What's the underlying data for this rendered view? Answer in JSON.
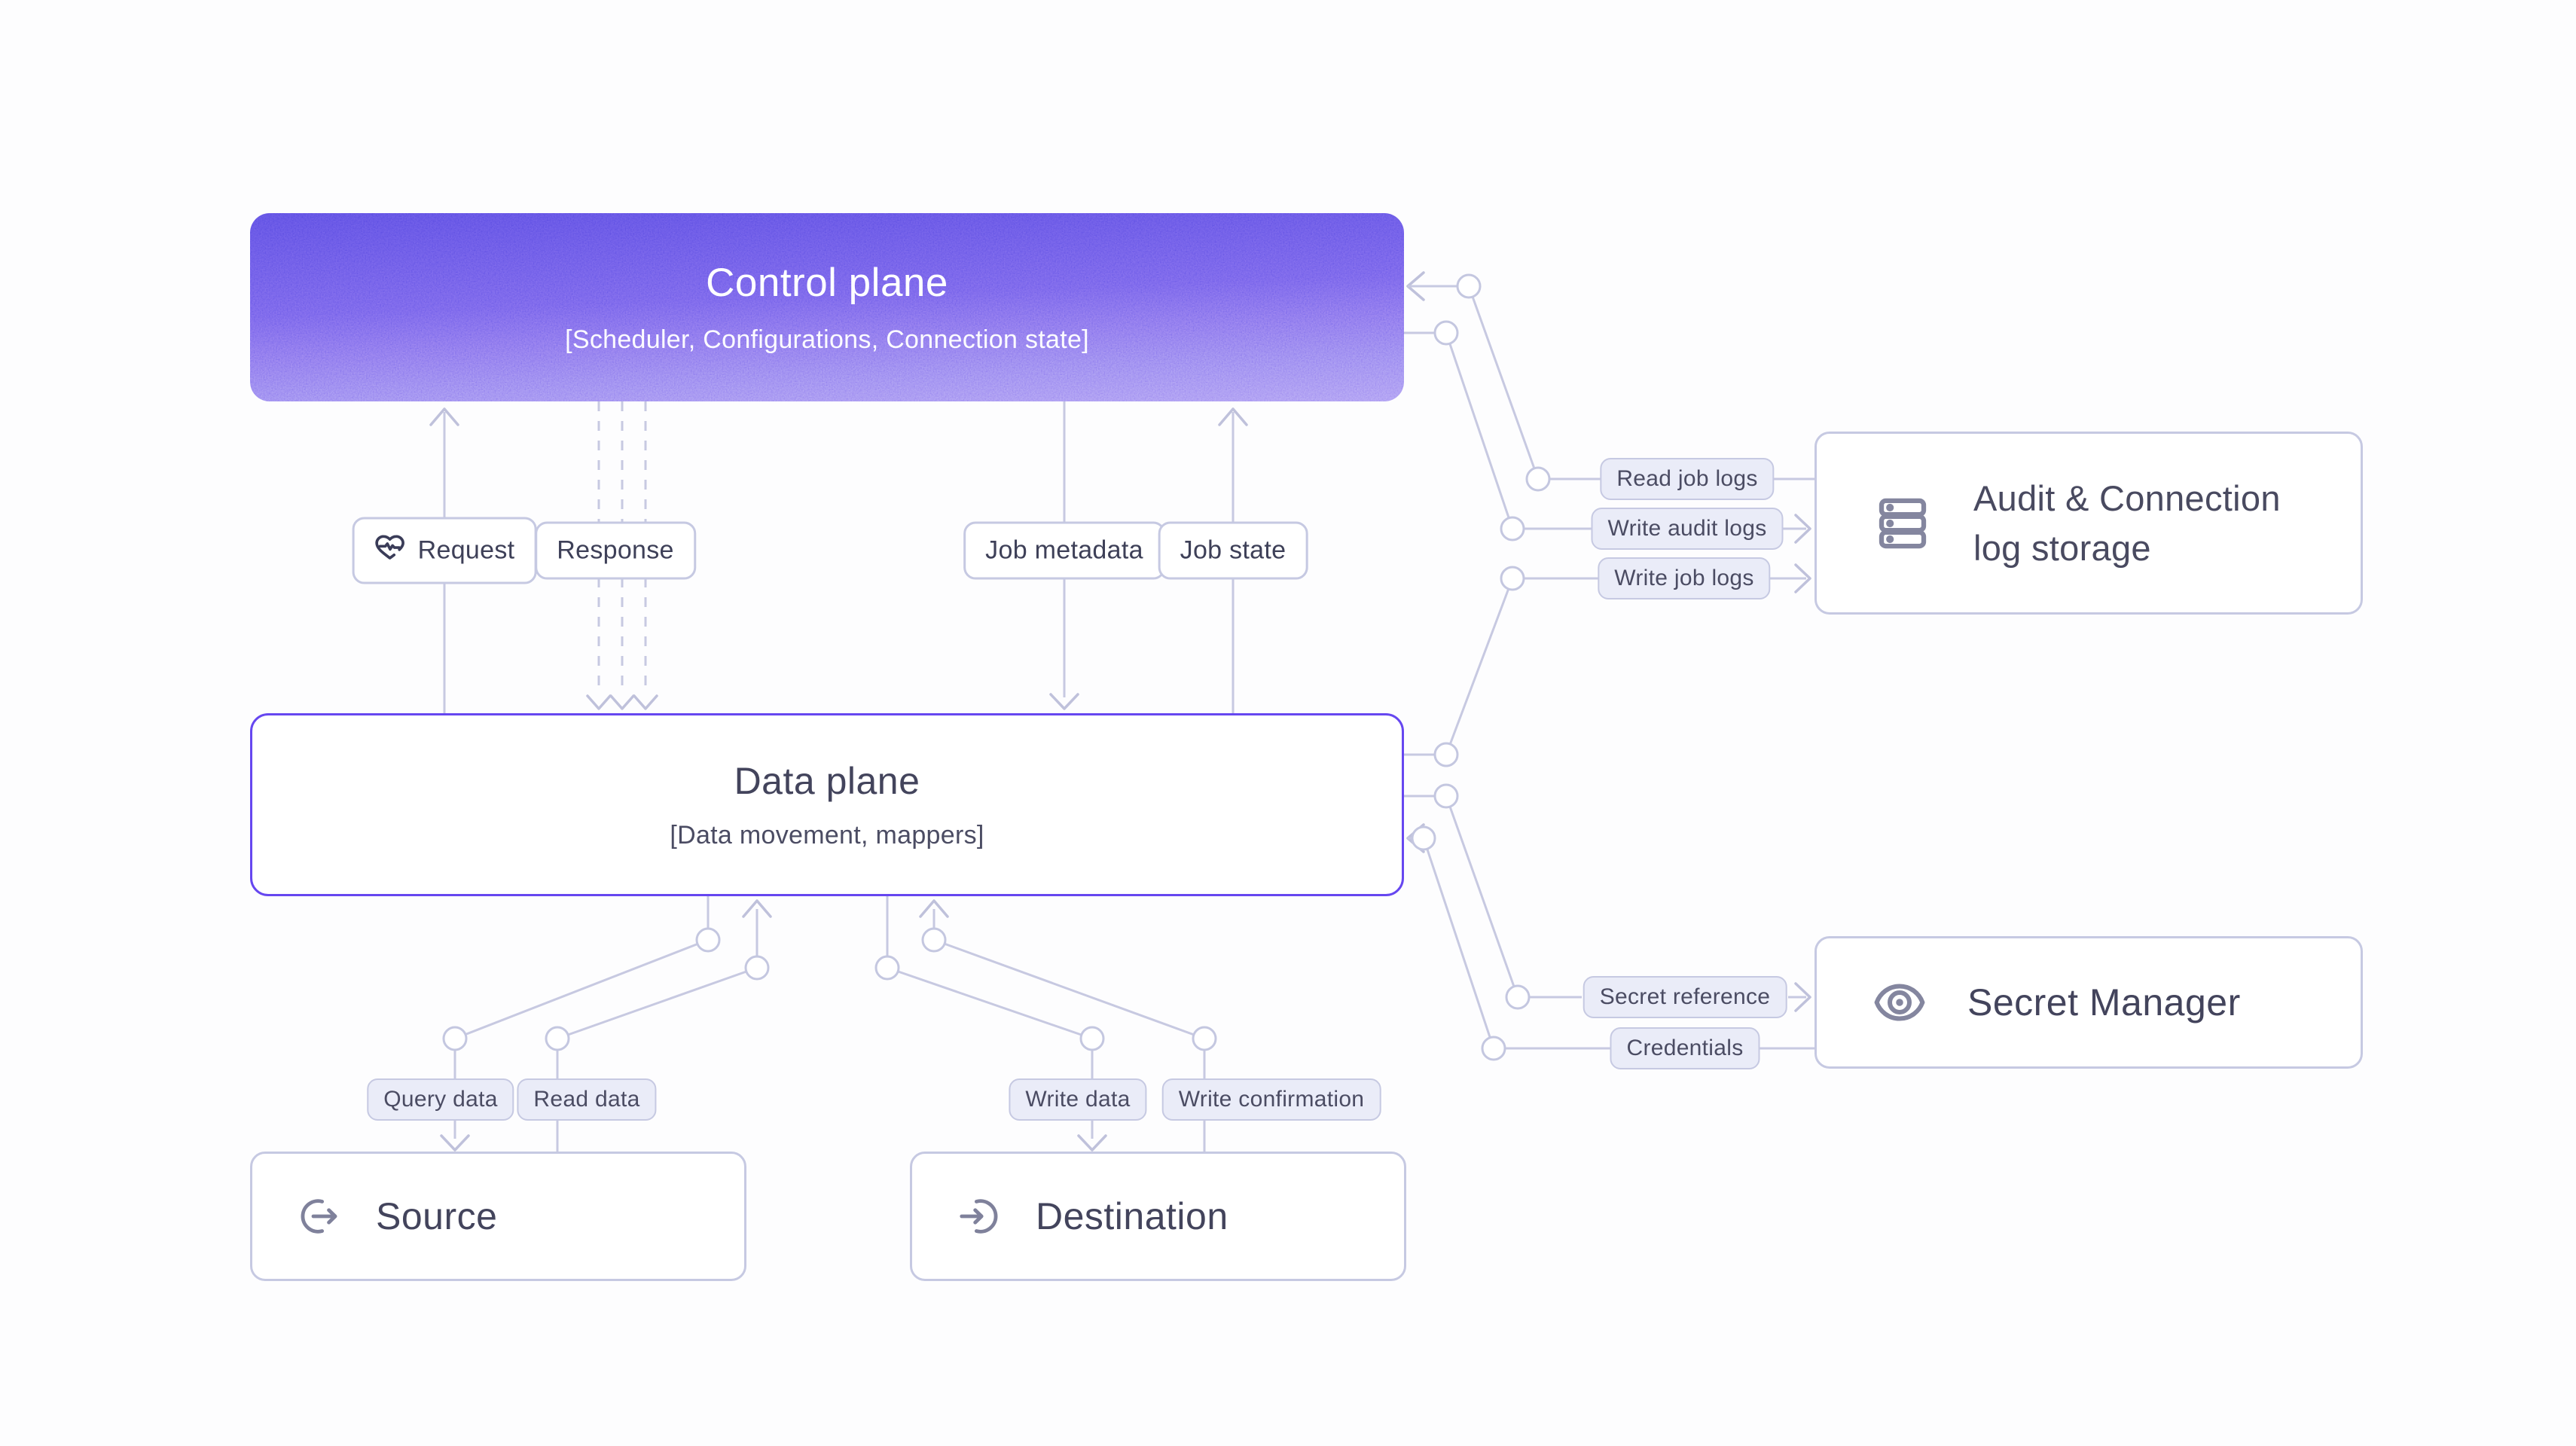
{
  "diagram": {
    "background": "#FDFDFE",
    "colors": {
      "wire": "#C7C9E1",
      "arrow": "#BFC1DB",
      "node_border": "#C6C9E2",
      "data_plane_border": "#6647F0",
      "control_gradient_top": "#584AE1",
      "control_gradient_bottom": "#A593F2",
      "label_fill": "#EAECF8",
      "label_text": "#4B4C63",
      "title_text": "#43445C",
      "icon": "#84869F"
    },
    "nodes": {
      "control_plane": {
        "title": "Control plane",
        "subtitle": "[Scheduler, Configurations, Connection state]"
      },
      "data_plane": {
        "title": "Data plane",
        "subtitle": "[Data movement, mappers]"
      },
      "source": {
        "title": "Source",
        "icon": "arrow-out-circle-icon"
      },
      "destination": {
        "title": "Destination",
        "icon": "arrow-in-circle-icon"
      },
      "audit_log_storage": {
        "title_line1": "Audit & Connection",
        "title_line2": "log storage",
        "icon": "database-stack-icon"
      },
      "secret_manager": {
        "title": "Secret Manager",
        "icon": "eye-icon"
      }
    },
    "edge_labels": {
      "request": "Request",
      "response": "Response",
      "job_metadata": "Job metadata",
      "job_state": "Job state",
      "query_data": "Query data",
      "read_data": "Read data",
      "write_data": "Write data",
      "write_confirmation": "Write confirmation",
      "read_job_logs": "Read job logs",
      "write_audit_logs": "Write audit logs",
      "write_job_logs": "Write job logs",
      "secret_reference": "Secret reference",
      "credentials": "Credentials"
    }
  }
}
